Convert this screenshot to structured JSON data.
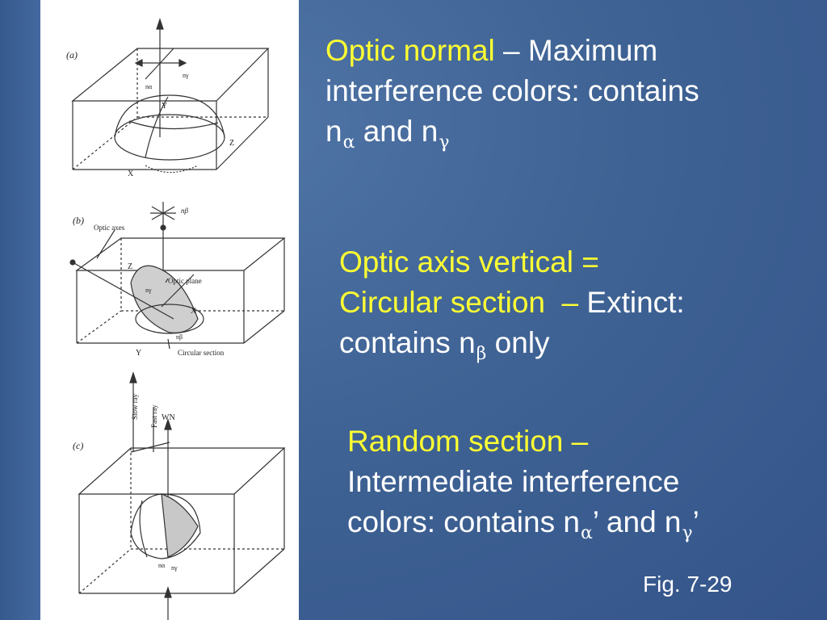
{
  "slide": {
    "block1": {
      "highlight": "Optic normal",
      "dash": " – ",
      "line1_rest": "Maximum",
      "line2": "interference colors: contains",
      "n1": "n",
      "sub1": "α",
      "and": " and ",
      "n2": "n",
      "sub2": "γ"
    },
    "block2": {
      "line1": "Optic axis vertical =",
      "line2_highlight": "Circular section  –",
      "line2_rest": " Extinct:",
      "line3a": "contains n",
      "sub": "β",
      "line3b": " only"
    },
    "block3": {
      "line1": "Random section –",
      "line2": "Intermediate interference",
      "line3a": "colors: contains n",
      "sub1": "α",
      "mid": "’ and n",
      "sub2": "γ",
      "end": "’"
    },
    "caption": "Fig. 7-29"
  },
  "figure": {
    "panel_a": {
      "label": "(a)",
      "y": "Y",
      "z": "Z",
      "x": "X",
      "n_gamma": "nγ",
      "n_alpha": "nα"
    },
    "panel_b": {
      "label": "(b)",
      "optic_axes": "Optic axes",
      "n_beta": "nβ",
      "z": "Z",
      "optic_plane": "Optic plane",
      "n_gamma": "nγ",
      "x": "X",
      "n_beta2": "nβ",
      "y": "Y",
      "circular_section": "Circular section"
    },
    "panel_c": {
      "label": "(c)",
      "slow_ray": "Slow ray",
      "fast_ray": "Fast ray",
      "wn": "WN",
      "n_alpha": "nα",
      "n_gamma": "nγ"
    }
  },
  "colors": {
    "background": "#3f6394",
    "highlight": "#ffff33",
    "text": "#ffffff"
  }
}
